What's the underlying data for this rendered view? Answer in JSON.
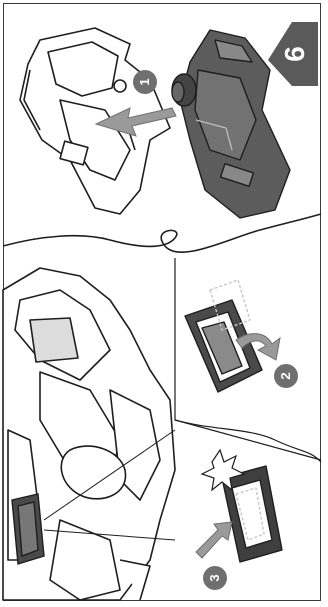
{
  "page": {
    "section_number": "9"
  },
  "steps": [
    {
      "number": "1"
    },
    {
      "number": "2"
    },
    {
      "number": "3"
    }
  ],
  "colors": {
    "ink": "#1e1e1e",
    "tab": "#5a5a5a",
    "badge": "#6f6f6f",
    "arrow": "#9a9a9a",
    "wire": "#c7c7c7"
  }
}
